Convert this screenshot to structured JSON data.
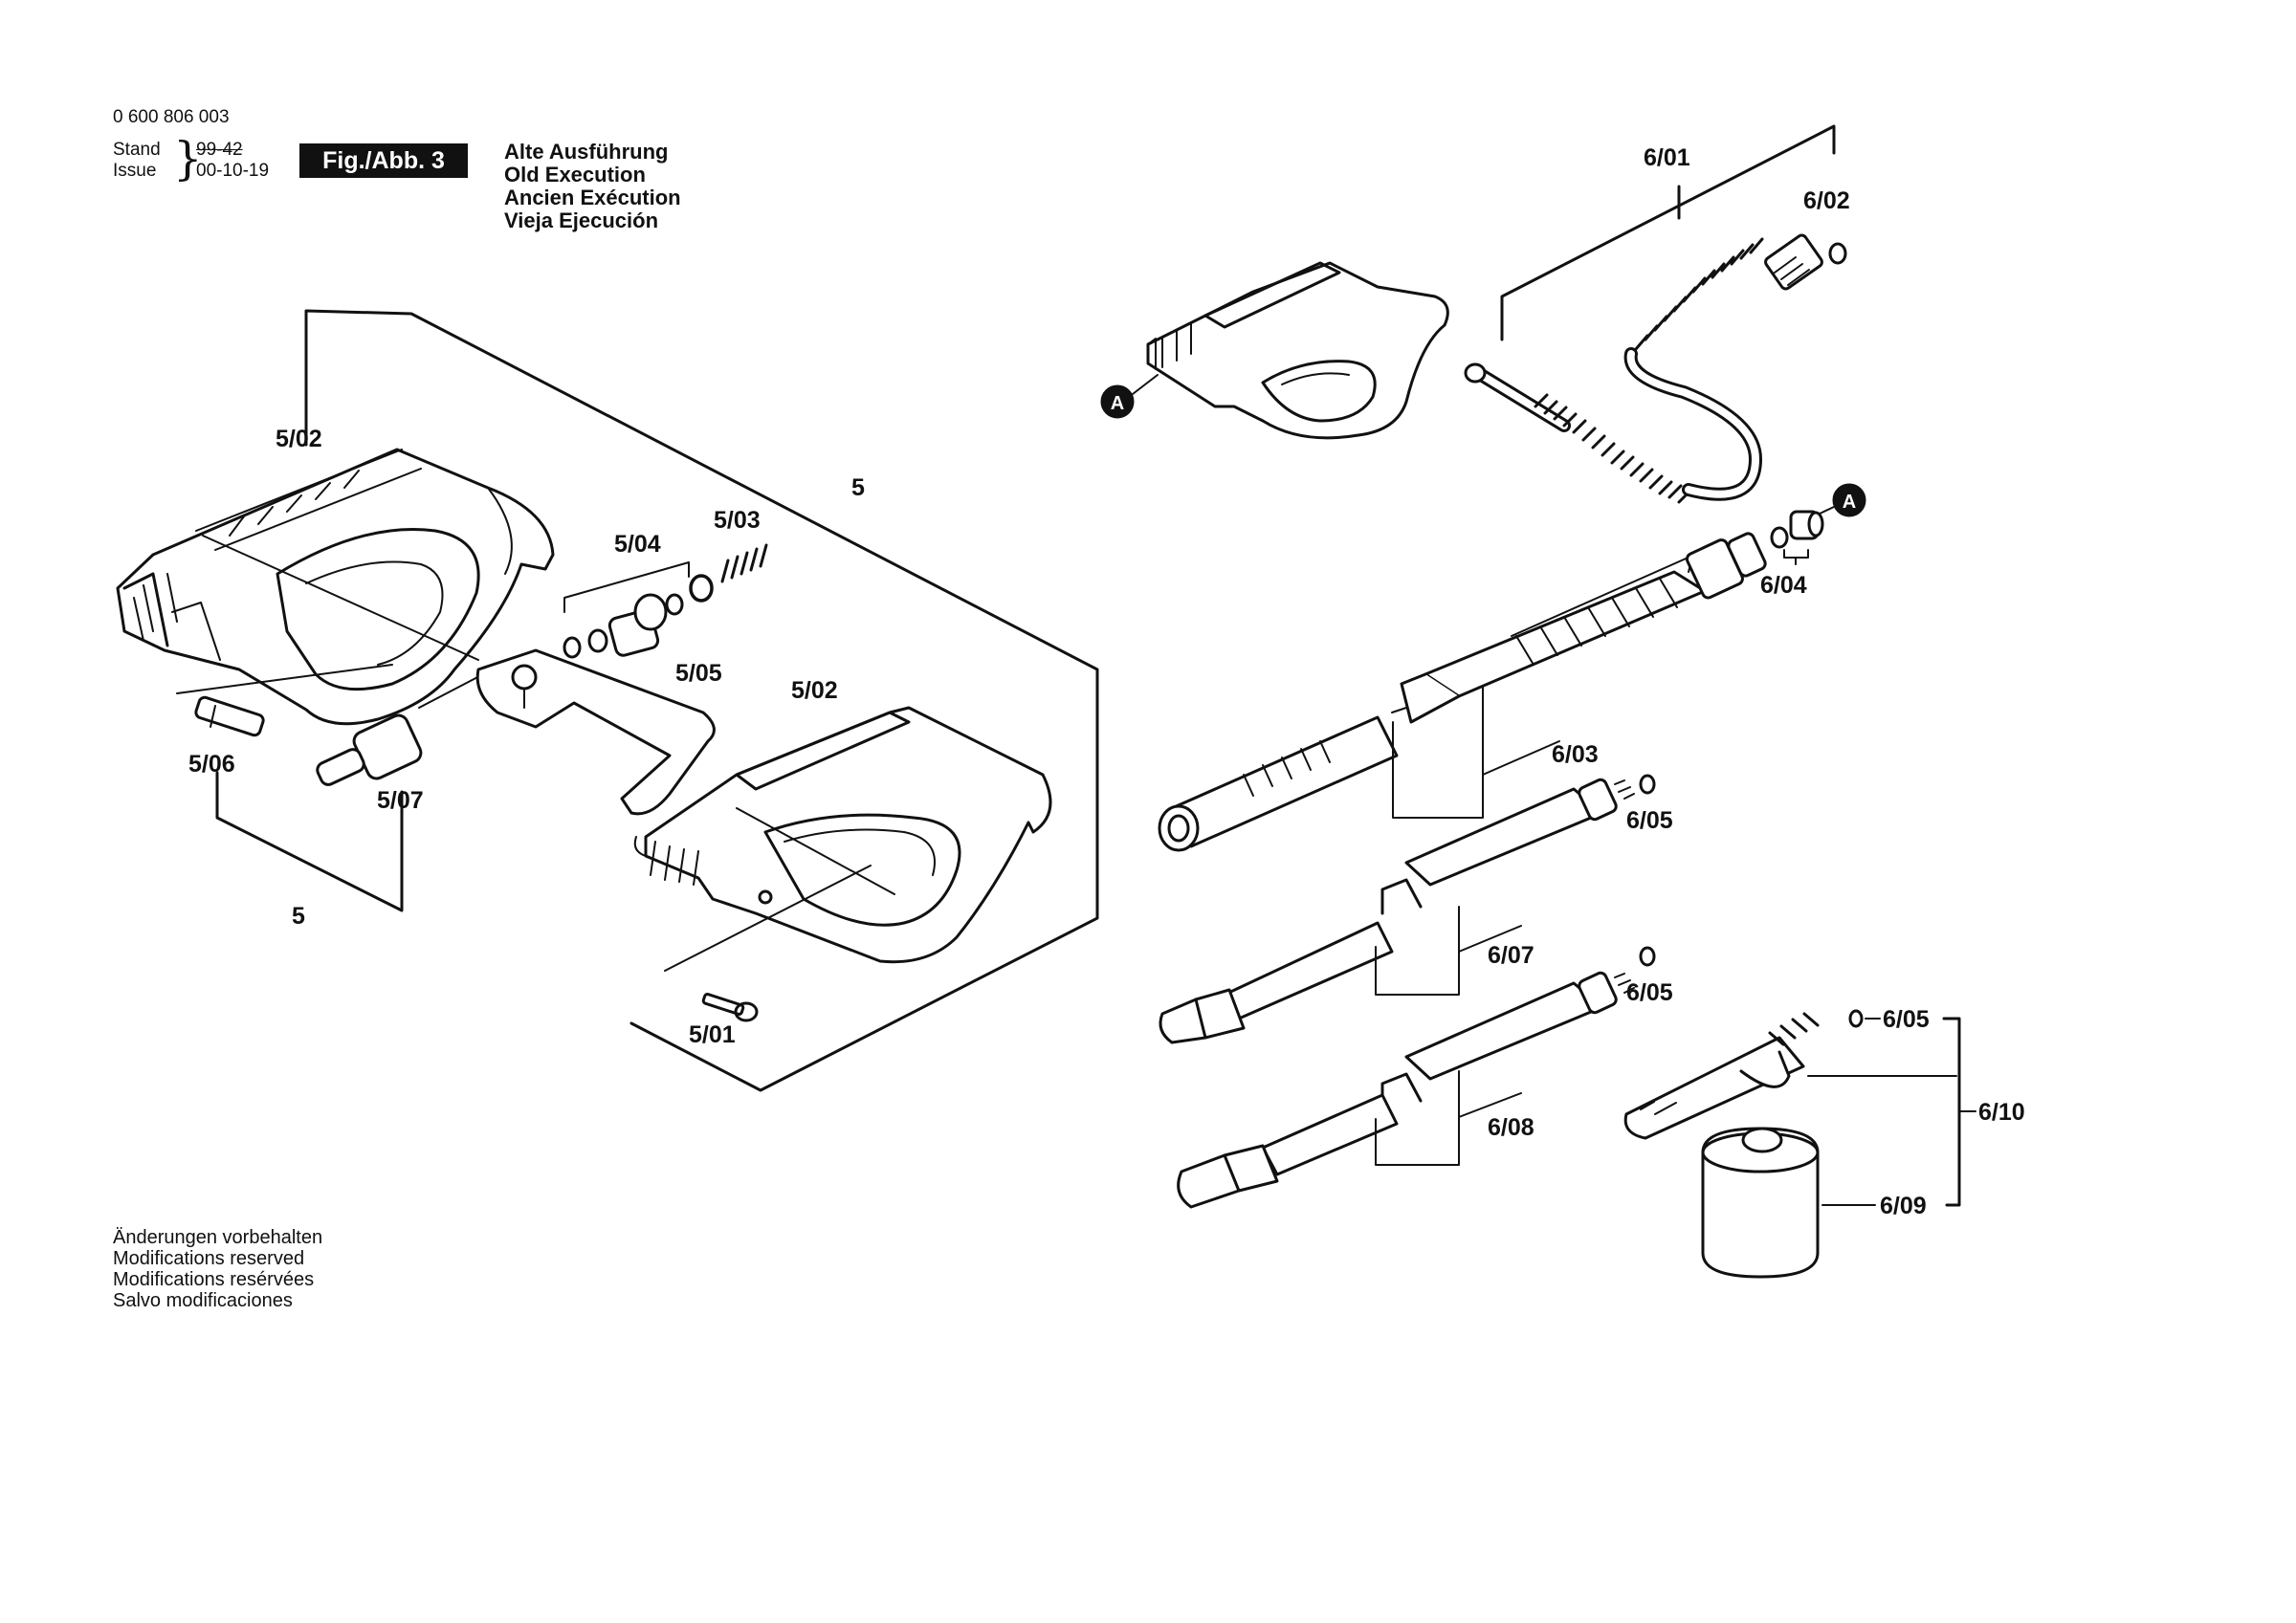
{
  "header": {
    "code": "0 600 806 003",
    "stand_label": "Stand",
    "stand_value": "99-42",
    "issue_label": "Issue",
    "issue_value": "00-10-19",
    "brace": "}",
    "figure": "Fig./Abb. 3",
    "execution": [
      "Alte Ausführung",
      "Old Execution",
      "Ancien Exécution",
      "Vieja Ejecución"
    ]
  },
  "footer": {
    "modifications": [
      "Änderungen vorbehalten",
      "Modifications reserved",
      "Modifications resérvées",
      "Salvo modificaciones"
    ]
  },
  "labels": {
    "group5_top": "5",
    "group5_bottom": "5",
    "p5_01": "5/01",
    "p5_02_left": "5/02",
    "p5_02_right": "5/02",
    "p5_03": "5/03",
    "p5_04": "5/04",
    "p5_05": "5/05",
    "p5_06": "5/06",
    "p5_07": "5/07",
    "p6_01": "6/01",
    "p6_02": "6/02",
    "p6_03": "6/03",
    "p6_04": "6/04",
    "p6_05_a": "6/05",
    "p6_05_b": "6/05",
    "p6_05_c": "6/05",
    "p6_07": "6/07",
    "p6_08": "6/08",
    "p6_09": "6/09",
    "p6_10": "6/10",
    "marker_a1": "A",
    "marker_a2": "A"
  }
}
